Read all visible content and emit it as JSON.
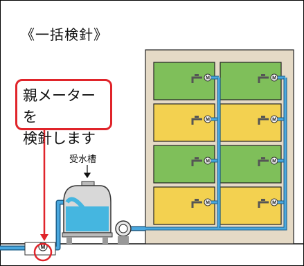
{
  "title": "《一括検針》",
  "callout": {
    "line1": "親メーターを",
    "line2": "検針します"
  },
  "tank_label": "受水槽",
  "meter_symbol": "M",
  "colors": {
    "building": "#e5dac6",
    "unit_green": "#7fbf5a",
    "unit_yellow": "#f3d150",
    "pipe": "#4aa8df",
    "water": "#45b6e0",
    "tank": "#d8d8d8",
    "callout_red": "#e0242a"
  },
  "units": [
    [
      "green",
      "green"
    ],
    [
      "yellow",
      "yellow"
    ],
    [
      "green",
      "green"
    ],
    [
      "yellow",
      "yellow"
    ]
  ]
}
